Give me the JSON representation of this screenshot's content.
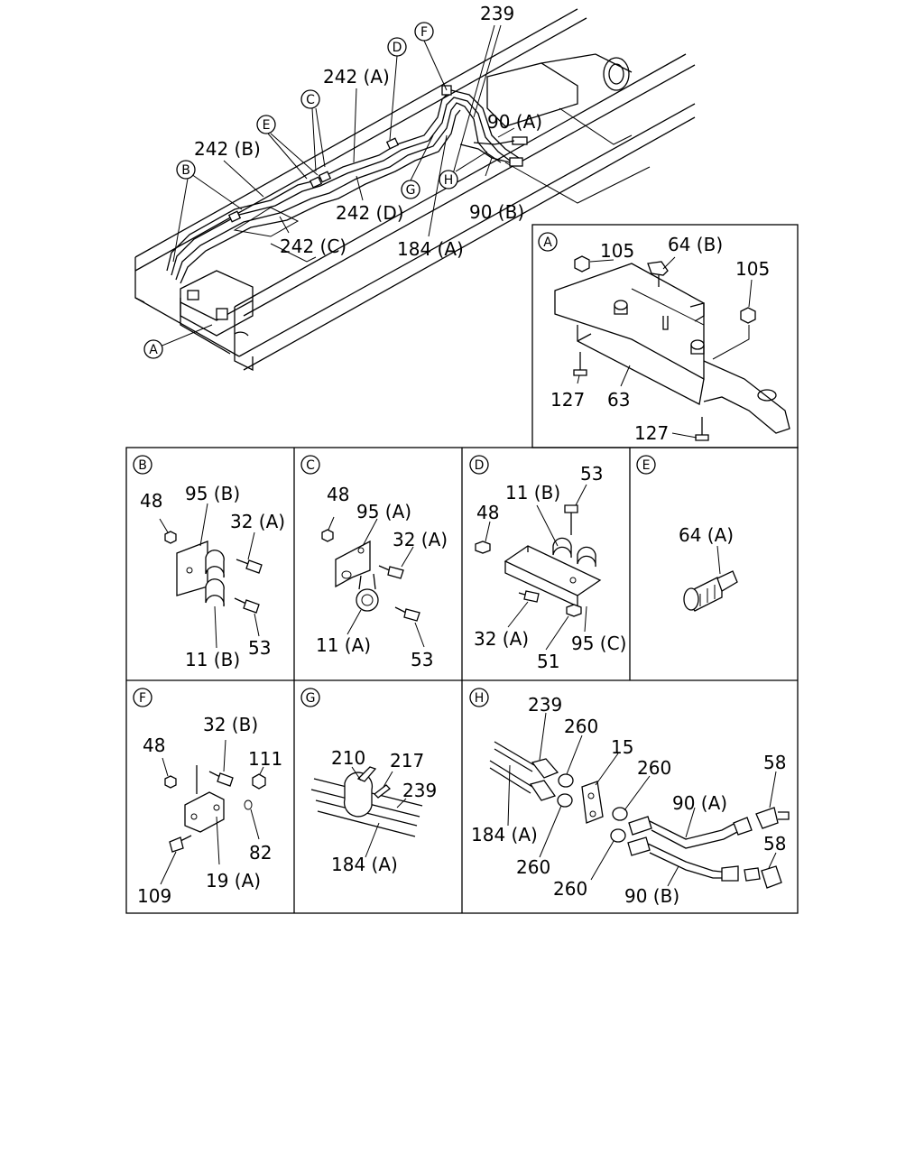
{
  "overview": {
    "callouts": [
      "A",
      "B",
      "C",
      "D",
      "E",
      "F",
      "G",
      "H"
    ],
    "labels": [
      "239",
      "242 (A)",
      "242 (B)",
      "90 (A)",
      "90 (B)",
      "242 (D)",
      "242 (C)",
      "184 (A)"
    ]
  },
  "panel_a": {
    "callout": "A",
    "labels": [
      "105",
      "64 (B)",
      "105",
      "127",
      "63",
      "127"
    ]
  },
  "panel_b": {
    "callout": "B",
    "labels": [
      "48",
      "95 (B)",
      "32 (A)",
      "11 (B)",
      "53"
    ]
  },
  "panel_c": {
    "callout": "C",
    "labels": [
      "48",
      "95 (A)",
      "32 (A)",
      "11 (A)",
      "53"
    ]
  },
  "panel_d": {
    "callout": "D",
    "labels": [
      "53",
      "11 (B)",
      "48",
      "32 (A)",
      "51",
      "95 (C)"
    ]
  },
  "panel_e": {
    "callout": "E",
    "labels": [
      "64 (A)"
    ]
  },
  "panel_f": {
    "callout": "F",
    "labels": [
      "48",
      "32 (B)",
      "111",
      "82",
      "19 (A)",
      "109"
    ]
  },
  "panel_g": {
    "callout": "G",
    "labels": [
      "210",
      "217",
      "239",
      "184 (A)"
    ]
  },
  "panel_h": {
    "callout": "H",
    "labels": [
      "239",
      "260",
      "15",
      "260",
      "58",
      "90 (A)",
      "184 (A)",
      "260",
      "260",
      "90 (B)",
      "58"
    ]
  }
}
